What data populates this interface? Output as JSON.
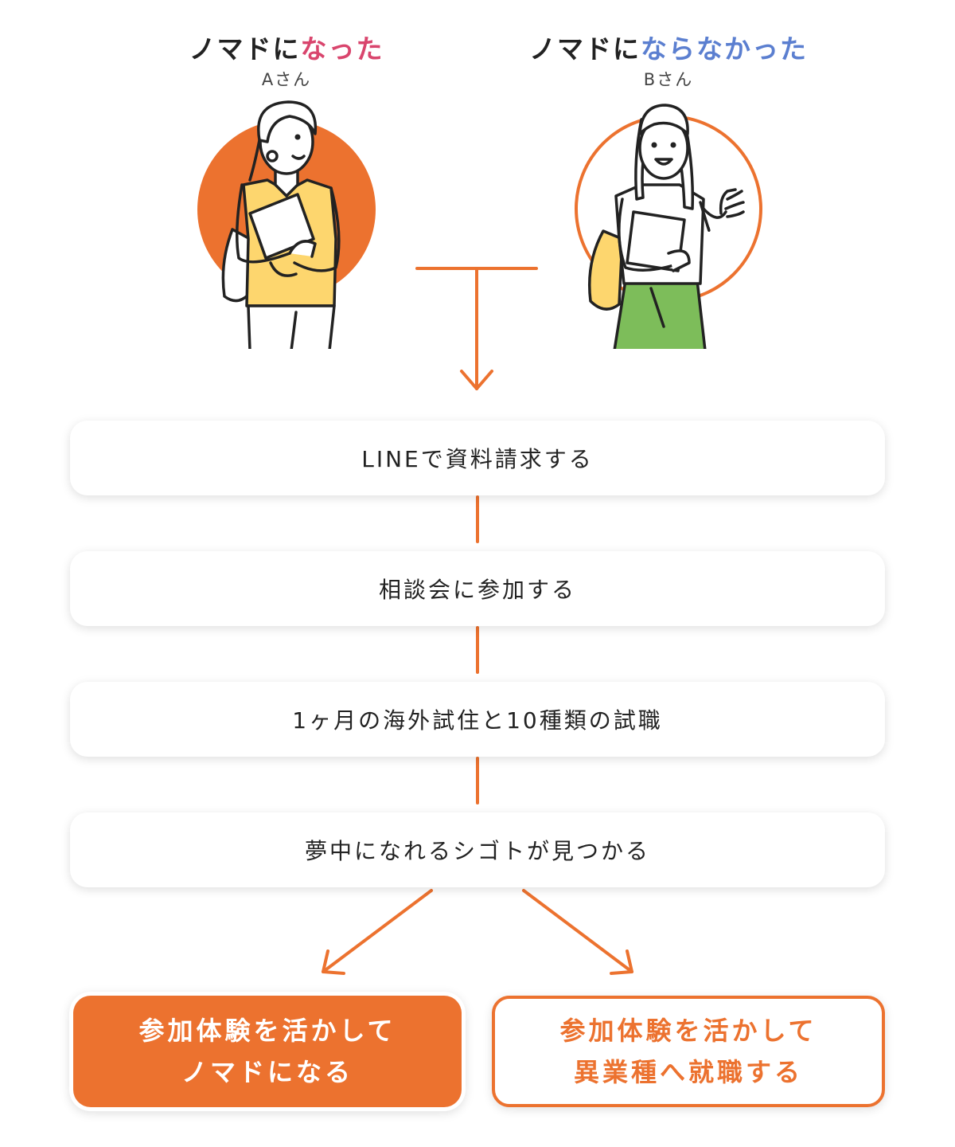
{
  "colors": {
    "accent_orange": "#ec722f",
    "pink": "#d9456d",
    "blue": "#5b7fd0",
    "yellow": "#fdd66e",
    "green": "#7dbd5a",
    "ink": "#222222"
  },
  "persona_a": {
    "title_plain": "ノマドに",
    "title_colored": "なった",
    "name": "Aさん"
  },
  "persona_b": {
    "title_plain": "ノマドに",
    "title_colored": "ならなかった",
    "name": "Bさん"
  },
  "steps": [
    "LINEで資料請求する",
    "相談会に参加する",
    "1ヶ月の海外試住と10種類の試職",
    "夢中になれるシゴトが見つかる"
  ],
  "outcomes": {
    "a": {
      "line1": "参加体験を活かして",
      "line2": "ノマドになる"
    },
    "b": {
      "line1": "参加体験を活かして",
      "line2": "異業種へ就職する"
    }
  }
}
